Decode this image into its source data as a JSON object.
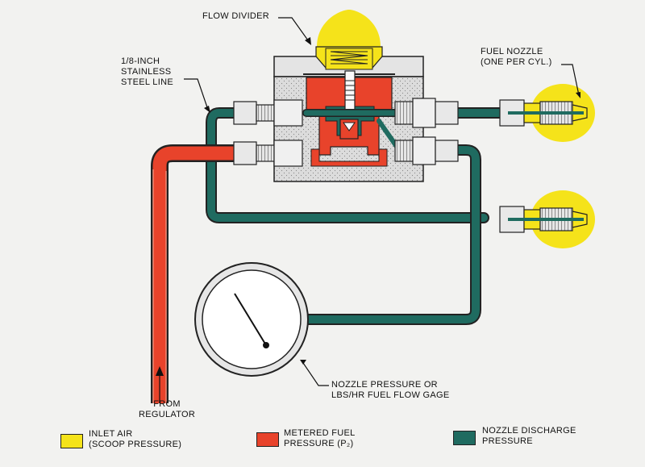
{
  "labels": {
    "flow_divider": "FLOW DIVIDER",
    "stainless_line": [
      "1/8-INCH",
      "STAINLESS",
      "STEEL LINE"
    ],
    "fuel_nozzle": [
      "FUEL NOZZLE",
      "(ONE PER CYL.)"
    ],
    "gage": [
      "NOZZLE PRESSURE OR",
      "LBS/HR FUEL FLOW GAGE"
    ],
    "from_regulator": [
      "FROM",
      "REGULATOR"
    ]
  },
  "legend": [
    {
      "lines": [
        "INLET AIR",
        "(SCOOP PRESSURE)"
      ],
      "color": "#f5e31a"
    },
    {
      "lines": [
        "METERED FUEL",
        "PRESSURE (P₂)"
      ],
      "color": "#e8432b"
    },
    {
      "lines": [
        "NOZZLE DISCHARGE",
        "PRESSURE"
      ],
      "color": "#1f6b60"
    }
  ],
  "colors": {
    "inlet_air": "#f5e31a",
    "metered_fuel": "#e8432b",
    "nozzle_discharge": "#1f6b60",
    "housing": "#d9d9d9"
  }
}
